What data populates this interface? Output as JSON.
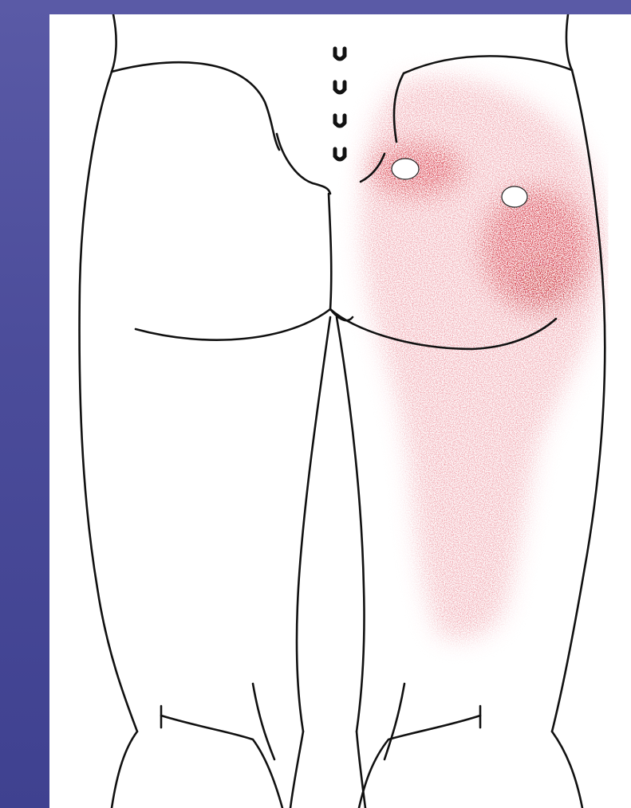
{
  "image": {
    "subject": "posterior-hip-and-thigh",
    "background_color": "#4b4c9a",
    "panel_color": "#ffffff",
    "outline_color": "#111111",
    "referral_color": "#d8101e",
    "trigger_point_color": "#ffffff",
    "trigger_point_count": 2,
    "sacral_marks_count": 4
  }
}
